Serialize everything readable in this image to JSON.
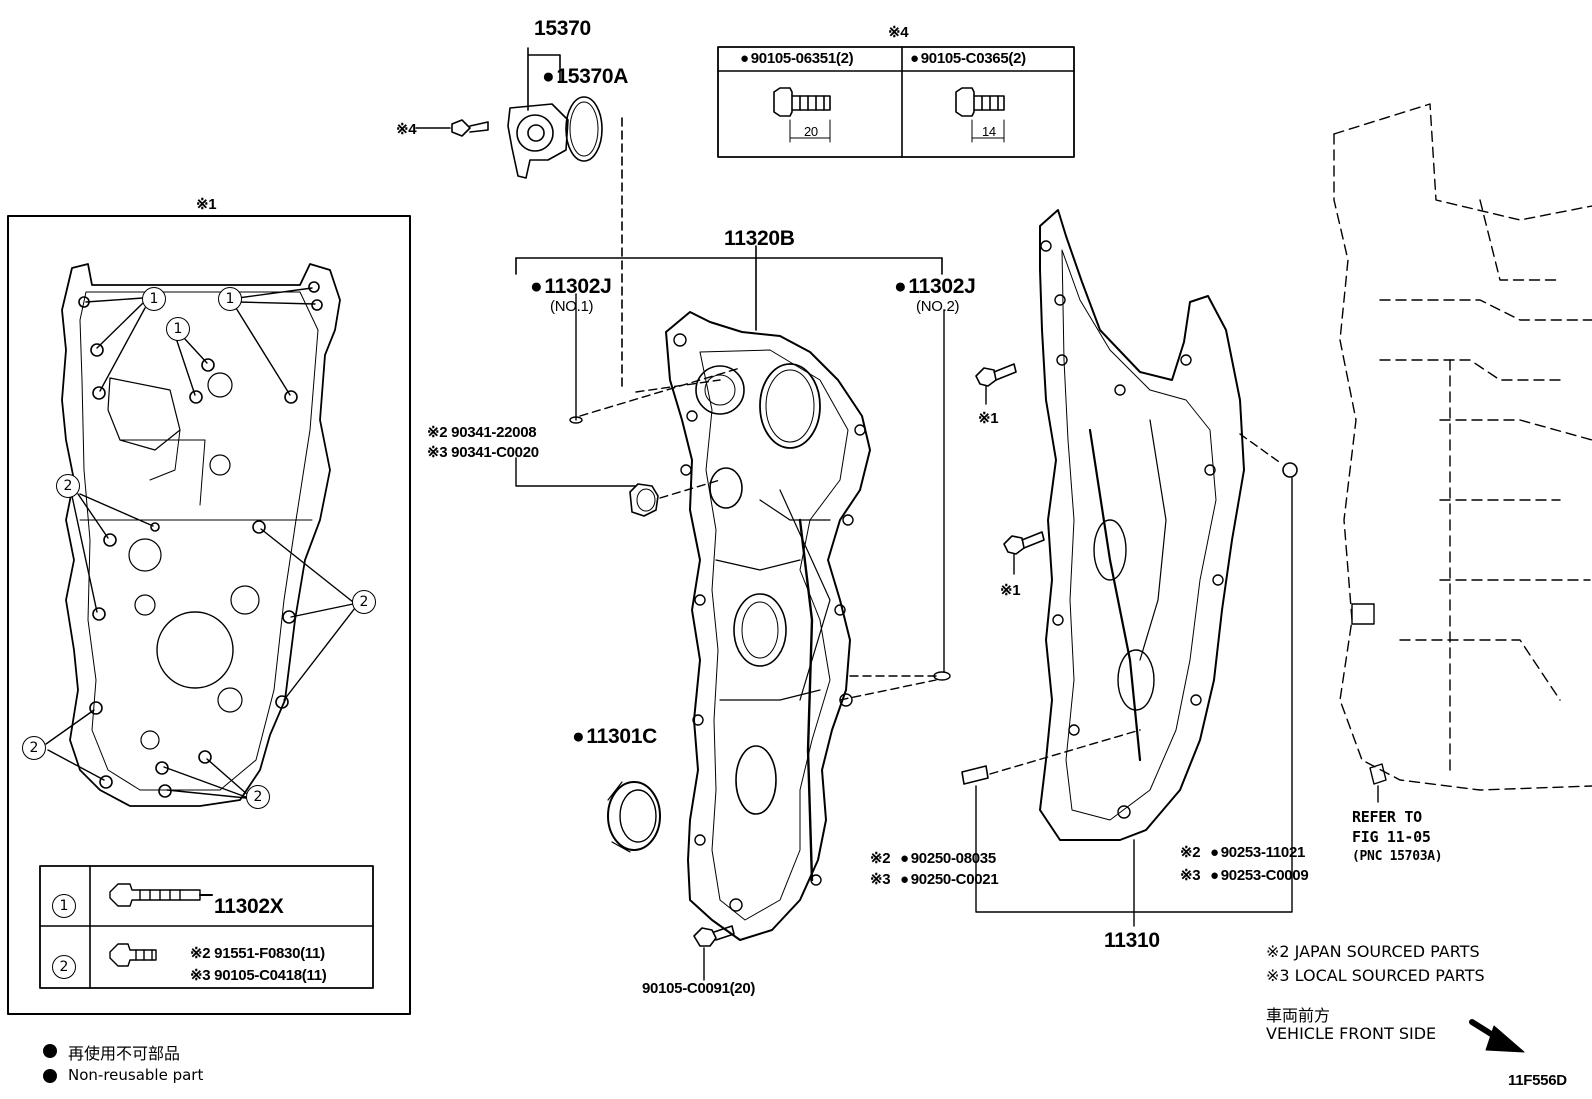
{
  "labels": {
    "p15370": "15370",
    "p15370a": "15370A",
    "p11320b": "11320B",
    "p11302j_1": "11302J",
    "no1": "(NO.1)",
    "p11302j_2": "11302J",
    "no2": "(NO.2)",
    "p90341_a": "※2 90341-22008",
    "p90341_b": "※3 90341-C0020",
    "p11301c": "11301C",
    "p90105_c0091": "90105-C0091(20)",
    "p90250_a": "90250-08035",
    "p90250_b": "90250-C0021",
    "p90250_a_mark": "※2",
    "p90250_b_mark": "※3",
    "p90253_a": "90253-11021",
    "p90253_b": "90253-C0009",
    "p90253_a_mark": "※2",
    "p90253_b_mark": "※3",
    "p11310": "11310",
    "x4_bolt": "※4",
    "x1_top": "※1",
    "x1_mid": "※1",
    "x1_box": "※1",
    "x4_box": "※4",
    "refer_1": "REFER TO",
    "refer_2": "FIG 11-05",
    "refer_3": "(PNC 15703A)",
    "diagram_code": "11F556D"
  },
  "bolt_table": {
    "col1": "90105-06351(2)",
    "col2": "90105-C0365(2)",
    "dim1": "20",
    "dim2": "14"
  },
  "inset_table": {
    "row1_num": "1",
    "row1_part": "11302X",
    "row2_num": "2",
    "row2_part_a": "※2 91551-F0830(11)",
    "row2_part_b": "※3 90105-C0418(11)"
  },
  "callouts": {
    "one": "1",
    "two": "2"
  },
  "notes": {
    "japan": "※2 JAPAN SOURCED PARTS",
    "local": "※3 LOCAL SOURCED PARTS",
    "front_jp": "車両前方",
    "front_en": "VEHICLE FRONT SIDE",
    "nonreuse_jp": "再使用不可部品",
    "nonreuse_en": "Non-reusable part"
  }
}
